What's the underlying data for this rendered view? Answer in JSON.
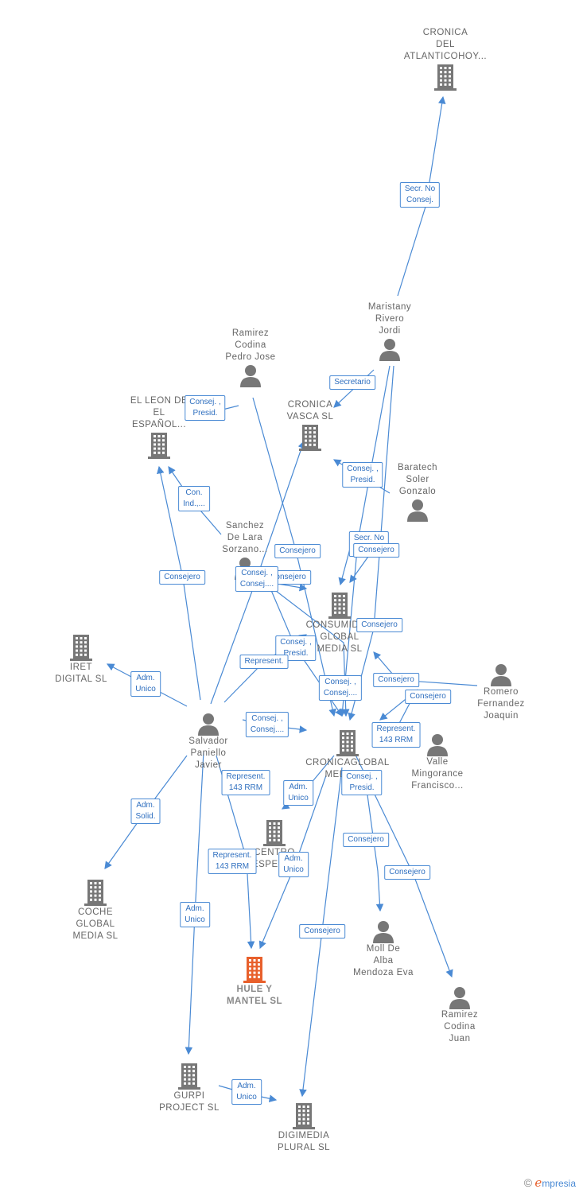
{
  "colors": {
    "edge": "#4a8ad4",
    "company": "#777777",
    "person": "#777777",
    "target": "#e8602c"
  },
  "nodes": [
    {
      "id": "cronica_atl",
      "type": "company",
      "label": [
        "CRONICA",
        "DEL",
        "ATLANTICOHOY..."
      ]
    },
    {
      "id": "maristany",
      "type": "person",
      "label": [
        "Maristany",
        "Rivero",
        "Jordi"
      ]
    },
    {
      "id": "ramirez_pj",
      "type": "person",
      "label": [
        "Ramirez",
        "Codina",
        "Pedro Jose"
      ]
    },
    {
      "id": "leon",
      "type": "company",
      "label": [
        "EL LEON DE",
        "EL",
        "ESPAÑOL..."
      ]
    },
    {
      "id": "cronica_vasca",
      "type": "company",
      "label": [
        "CRONICA",
        "VASCA  SL"
      ]
    },
    {
      "id": "baratech",
      "type": "person",
      "label": [
        "Baratech",
        "Soler",
        "Gonzalo"
      ]
    },
    {
      "id": "sanchez",
      "type": "person",
      "label": [
        "Sanchez",
        "De Lara",
        "Sorzano..."
      ]
    },
    {
      "id": "consumidor",
      "type": "company",
      "label": [
        "CONSUMIDOR",
        "GLOBAL",
        "MEDIA  SL"
      ]
    },
    {
      "id": "iret",
      "type": "company",
      "label": [
        "IRET",
        "DIGITAL  SL"
      ]
    },
    {
      "id": "romero",
      "type": "person",
      "label": [
        "Romero",
        "Fernandez",
        "Joaquin"
      ]
    },
    {
      "id": "salvador",
      "type": "person",
      "label": [
        "Salvador",
        "Paniello",
        "Javier"
      ]
    },
    {
      "id": "cronicaglobal",
      "type": "company",
      "label": [
        "CRONICAGLOBAL",
        "MEDIA  SL"
      ]
    },
    {
      "id": "valle",
      "type": "person",
      "label": [
        "Valle",
        "Mingorance",
        "Francisco..."
      ]
    },
    {
      "id": "centro",
      "type": "company",
      "label": [
        "CENTRO",
        "DESPERTAR"
      ]
    },
    {
      "id": "coche",
      "type": "company",
      "label": [
        "COCHE",
        "GLOBAL",
        "MEDIA  SL"
      ]
    },
    {
      "id": "moll",
      "type": "person",
      "label": [
        "Moll De",
        "Alba",
        "Mendoza Eva"
      ]
    },
    {
      "id": "hule",
      "type": "target",
      "label": [
        "HULE Y",
        "MANTEL  SL"
      ]
    },
    {
      "id": "ramirez_j",
      "type": "person",
      "label": [
        "Ramirez",
        "Codina",
        "Juan"
      ]
    },
    {
      "id": "gurpi",
      "type": "company",
      "label": [
        "GURPI",
        "PROJECT  SL"
      ]
    },
    {
      "id": "digimedia",
      "type": "company",
      "label": [
        "DIGIMEDIA",
        "PLURAL  SL"
      ]
    }
  ],
  "edge_labels": [
    [
      "Secr.  No",
      "Consej."
    ],
    [
      "Secretario"
    ],
    [
      "Consej. ,",
      "Presid."
    ],
    [
      "Consej. ,",
      "Presid."
    ],
    [
      "Con.",
      "Ind.,..."
    ],
    [
      "Secr.  No",
      "Consej."
    ],
    [
      "Consejero"
    ],
    [
      "Consejero"
    ],
    [
      "Consejero"
    ],
    [
      "Consej. ,",
      "Consej...."
    ],
    [
      "Consejero"
    ],
    [
      "Consejero"
    ],
    [
      "Consej. ,",
      "Presid."
    ],
    [
      "Represent."
    ],
    [
      "Adm.",
      "Unico"
    ],
    [
      "Consej. ,",
      "Consej...."
    ],
    [
      "Consejero"
    ],
    [
      "Consejero"
    ],
    [
      "Consej. ,",
      "Consej...."
    ],
    [
      "Represent.",
      "143 RRM"
    ],
    [
      "Represent.",
      "143 RRM"
    ],
    [
      "Adm.",
      "Unico"
    ],
    [
      "Consej. ,",
      "Presid."
    ],
    [
      "Adm.",
      "Solid."
    ],
    [
      "Consejero"
    ],
    [
      "Represent.",
      "143 RRM"
    ],
    [
      "Adm.",
      "Unico"
    ],
    [
      "Consejero"
    ],
    [
      "Adm.",
      "Unico"
    ],
    [
      "Consejero"
    ],
    [
      "Adm.",
      "Unico"
    ]
  ],
  "brand": {
    "copyright": "©",
    "initial": "e",
    "rest": "mpresia"
  }
}
